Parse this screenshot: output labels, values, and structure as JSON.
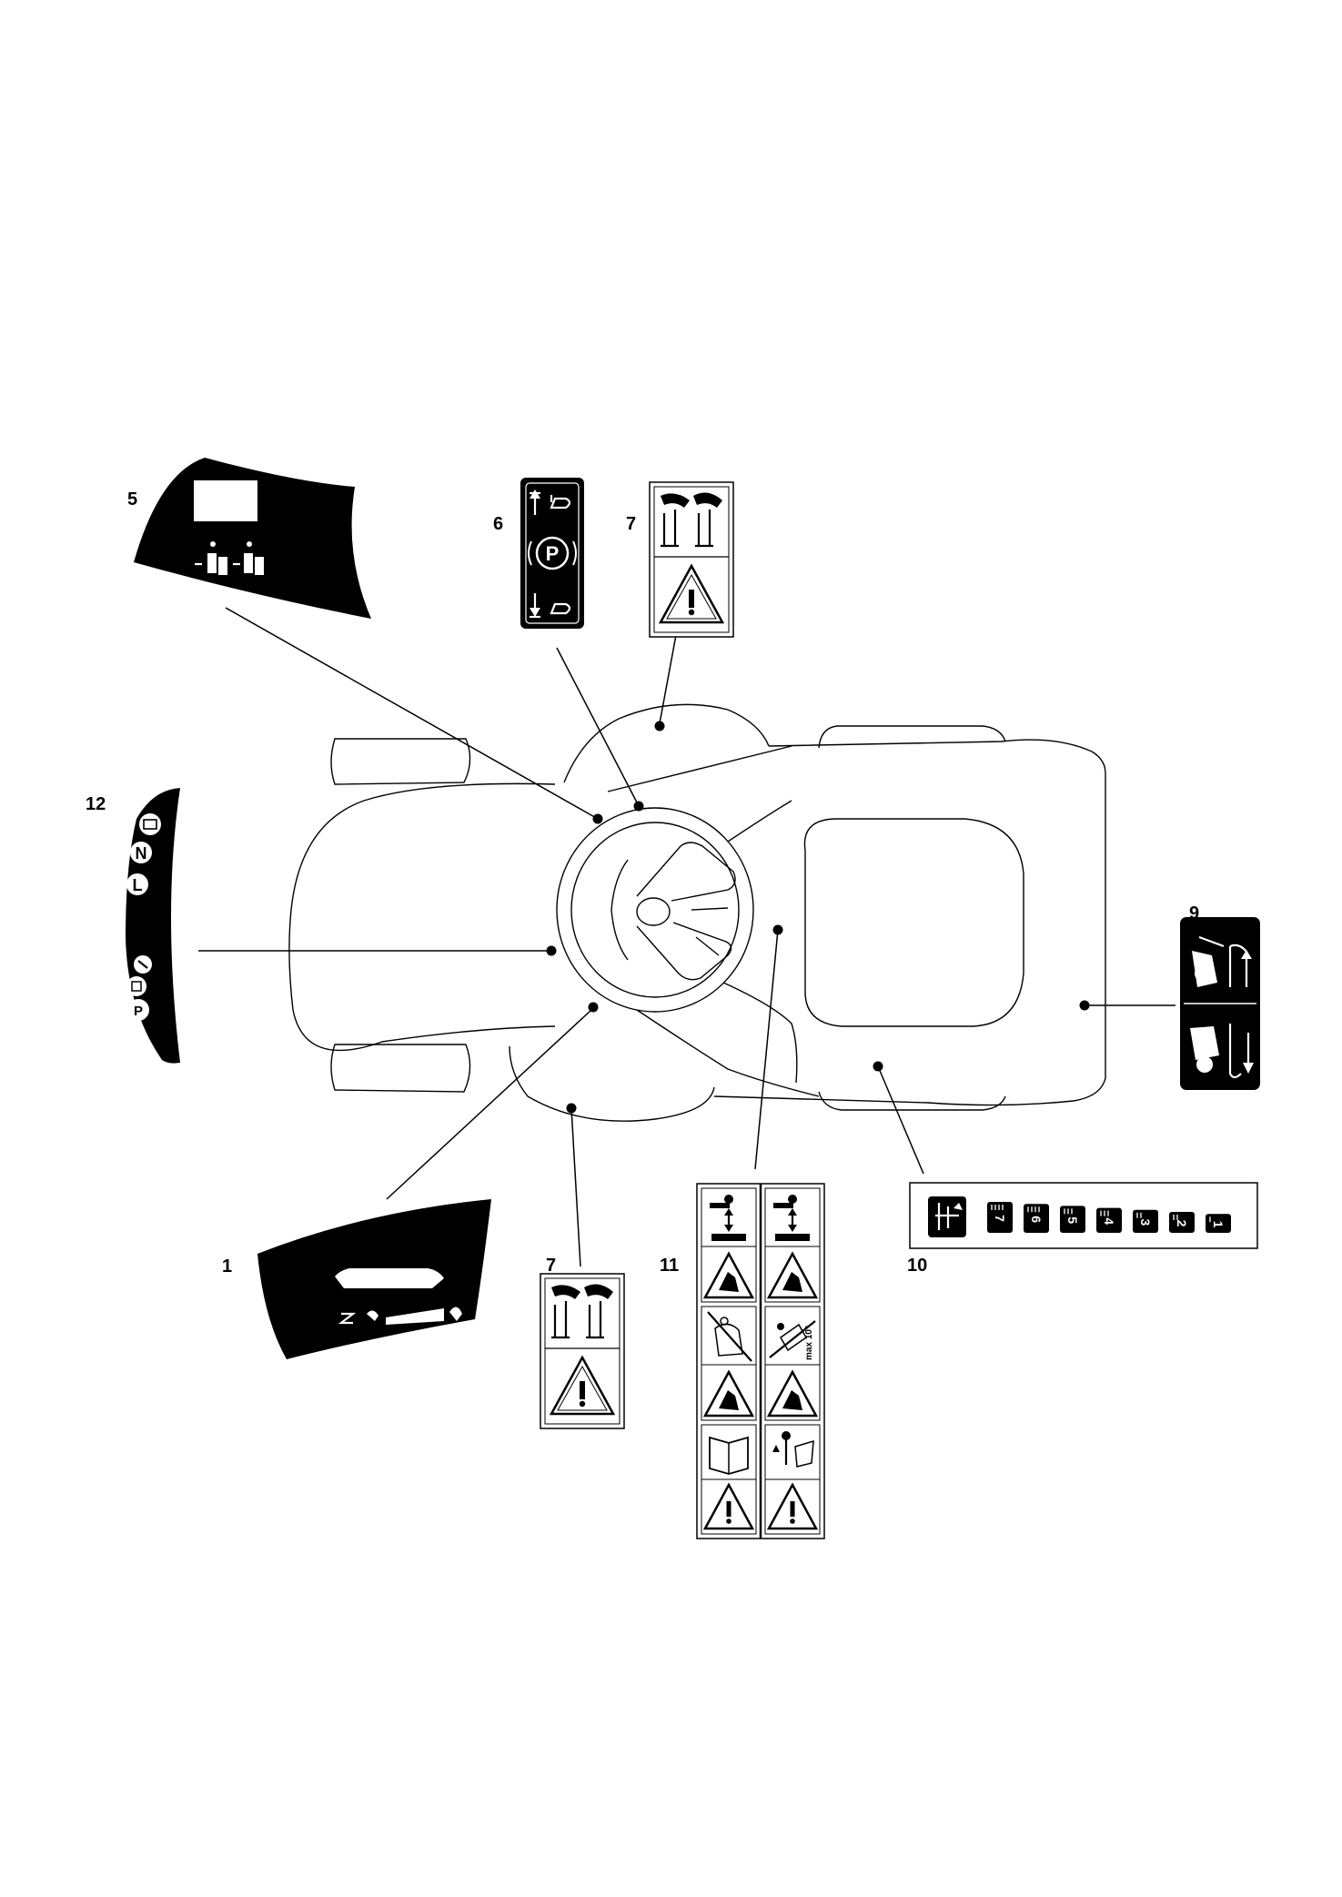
{
  "callouts": {
    "c5": "5",
    "c6": "6",
    "c7a": "7",
    "c12": "12",
    "c9": "9",
    "c1": "1",
    "c7b": "7",
    "c11": "11",
    "c10": "10"
  },
  "decals": {
    "d10_gears": [
      "7",
      "6",
      "5",
      "4",
      "3",
      "2",
      "1"
    ],
    "d11_max_label": "max 10°",
    "d12_letters": [
      "N",
      "L"
    ]
  },
  "icons": [
    "parking-brake-icon",
    "warning-triangle-icon",
    "lever-up-arrow-icon",
    "lever-down-arrow-icon",
    "gear-position-icon",
    "manual-book-icon",
    "slope-warning-icon",
    "blade-hazard-icon"
  ],
  "colors": {
    "ink": "#000000",
    "paper": "#ffffff"
  }
}
